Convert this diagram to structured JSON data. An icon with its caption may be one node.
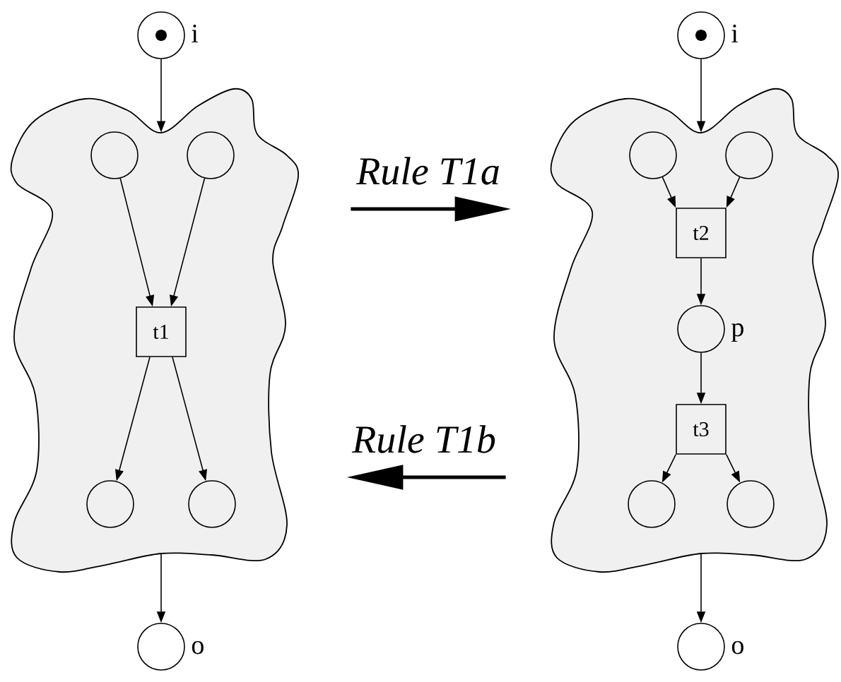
{
  "diagram": {
    "nodes": [
      {
        "text": [],
        "shape": "cloud"
      },
      {
        "text": [],
        "shape": "circle",
        "beside": [
          "i"
        ]
      },
      {
        "text": [],
        "shape": "circle",
        "in": 0
      },
      {
        "text": [],
        "shape": "circle",
        "in": 0
      },
      {
        "text": [
          "t1"
        ],
        "in": 0
      },
      {
        "text": [],
        "shape": "circle",
        "in": 0
      },
      {
        "text": [],
        "shape": "circle",
        "in": 0
      },
      {
        "text": [],
        "shape": "circle",
        "beside": [
          "o"
        ]
      },
      {
        "text": [],
        "shape": "cloud"
      },
      {
        "text": [],
        "shape": "circle",
        "beside": [
          "i"
        ]
      },
      {
        "text": [],
        "shape": "circle",
        "in": 8
      },
      {
        "text": [],
        "shape": "circle",
        "in": 8
      },
      {
        "text": [
          "t2"
        ],
        "in": 8
      },
      {
        "text": [],
        "shape": "circle",
        "in": 8,
        "beside": [
          "p"
        ]
      },
      {
        "text": [
          "t3"
        ],
        "in": 8
      },
      {
        "text": [],
        "shape": "circle",
        "in": 8
      },
      {
        "text": [],
        "shape": "circle",
        "in": 8
      },
      {
        "text": [],
        "shape": "circle",
        "beside": [
          "o"
        ]
      }
    ],
    "edges": [
      {
        "from": 1,
        "to": 0,
        "arrow": "to"
      },
      {
        "from": 2,
        "to": 4,
        "arrow": "to"
      },
      {
        "from": 3,
        "to": 4,
        "arrow": "to"
      },
      {
        "from": 4,
        "to": 5,
        "arrow": "to"
      },
      {
        "from": 4,
        "to": 6,
        "arrow": "to"
      },
      {
        "from": 0,
        "to": 7,
        "arrow": "to"
      },
      {
        "from": 9,
        "to": 8,
        "arrow": "to"
      },
      {
        "from": 10,
        "to": 12,
        "arrow": "to"
      },
      {
        "from": 11,
        "to": 12,
        "arrow": "to"
      },
      {
        "from": 12,
        "to": 13,
        "arrow": "to"
      },
      {
        "from": 13,
        "to": 14,
        "arrow": "to"
      },
      {
        "from": 14,
        "to": 15,
        "arrow": "to"
      },
      {
        "from": 14,
        "to": 16,
        "arrow": "to"
      },
      {
        "from": 8,
        "to": 17,
        "arrow": "to"
      },
      {
        "from": 0,
        "to": 8,
        "arrow": "to",
        "label": "Rule T1a",
        "style": "thick"
      },
      {
        "from": 8,
        "to": 0,
        "arrow": "to",
        "label": "Rule T1b",
        "style": "thick"
      }
    ]
  }
}
